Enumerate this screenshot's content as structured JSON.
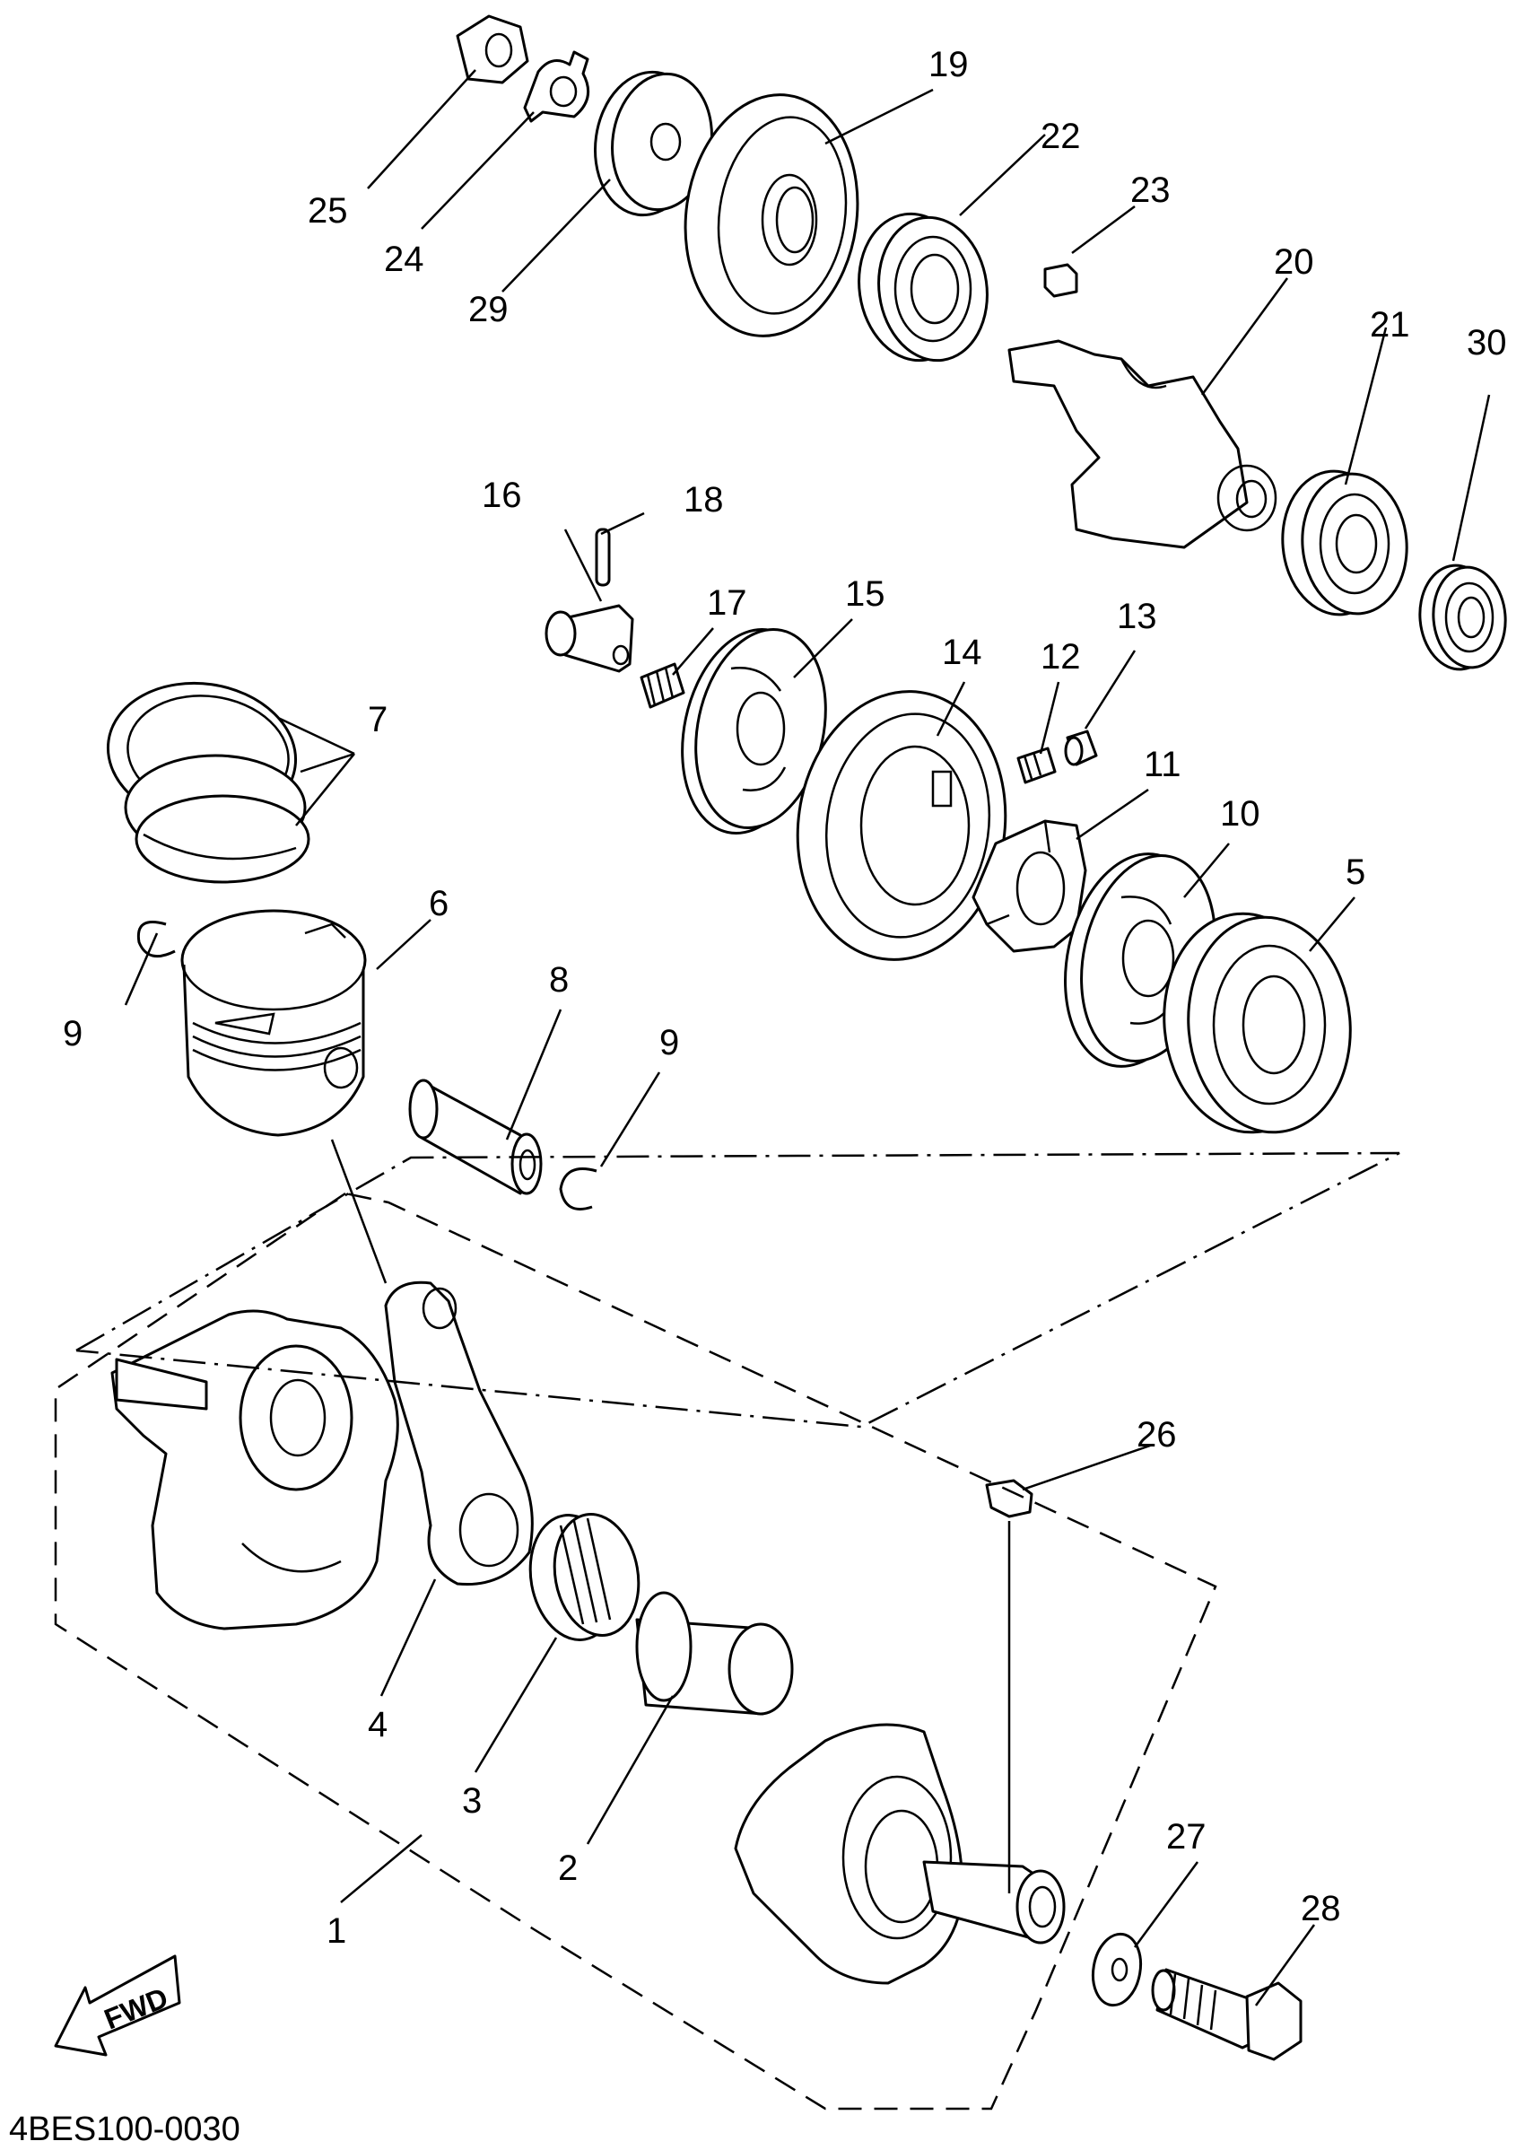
{
  "diagram": {
    "code": "4BES100-0030",
    "direction_label": "FWD",
    "callouts": [
      "1",
      "2",
      "3",
      "4",
      "5",
      "6",
      "7",
      "8",
      "9",
      "9",
      "10",
      "11",
      "12",
      "13",
      "14",
      "15",
      "16",
      "17",
      "18",
      "19",
      "20",
      "21",
      "22",
      "23",
      "24",
      "25",
      "26",
      "27",
      "28",
      "29",
      "30"
    ]
  }
}
